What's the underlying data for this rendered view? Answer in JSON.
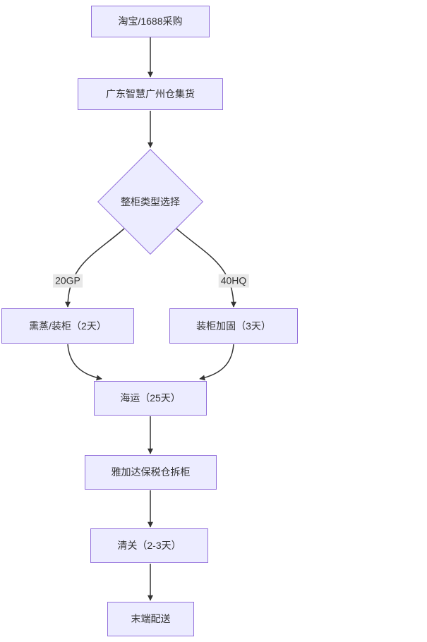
{
  "diagram": {
    "type": "flowchart",
    "nodes": {
      "purchase": {
        "label": "淘宝/1688采购"
      },
      "consolidation": {
        "label": "广东智慧广州仓集货"
      },
      "container_type_decision": {
        "label": "整柜类型选择"
      },
      "fumigation_loading": {
        "label": "熏蒸/装柜（2天）"
      },
      "loading_reinforcement": {
        "label": "装柜加固（3天）"
      },
      "sea_freight": {
        "label": "海运（25天）"
      },
      "bonded_warehouse_unpacking": {
        "label": "雅加达保税仓拆柜"
      },
      "customs_clearance": {
        "label": "清关（2-3天）"
      },
      "last_mile_delivery": {
        "label": "末端配送"
      }
    },
    "edge_labels": {
      "left_branch": "20GP",
      "right_branch": "40HQ"
    },
    "colors": {
      "node_fill": "#ECECFF",
      "node_border": "#9370DB",
      "edge_stroke": "#333333",
      "edge_label_bg": "#e8e8e8",
      "text": "#333333",
      "background": "#ffffff"
    }
  }
}
